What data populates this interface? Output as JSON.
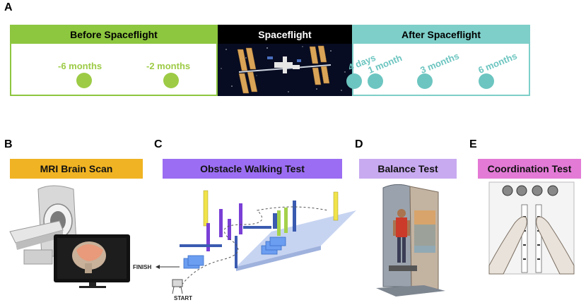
{
  "panels": {
    "a": {
      "letter": "A"
    },
    "b": {
      "letter": "B",
      "title": "MRI Brain Scan"
    },
    "c": {
      "letter": "C",
      "title": "Obstacle Walking Test",
      "finish": "FINISH",
      "start": "START"
    },
    "d": {
      "letter": "D",
      "title": "Balance Test"
    },
    "e": {
      "letter": "E",
      "title": "Coordination Test"
    }
  },
  "timeline": {
    "before": {
      "title": "Before Spaceflight",
      "color": "#8dc63f",
      "points": [
        "-6 months",
        "-2 months"
      ]
    },
    "during": {
      "title": "Spaceflight",
      "color": "#000000"
    },
    "after": {
      "title": "After Spaceflight",
      "color": "#7ecfc9",
      "points": [
        "4 days",
        "1 month",
        "3 months",
        "6 months"
      ]
    }
  },
  "colors": {
    "mri": "#f0b323",
    "walking": "#9b6df2",
    "balance": "#c8aaf0",
    "coordination": "#e37ad6",
    "before_text": "#9dcb46",
    "after_text": "#6cc5c0"
  }
}
